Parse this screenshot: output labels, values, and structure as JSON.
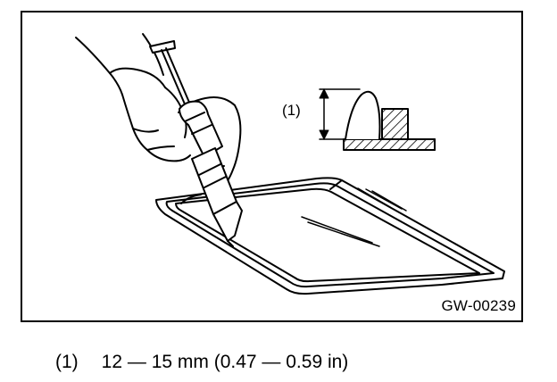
{
  "figure": {
    "id_code": "GW-00239",
    "callout_label": "(1)",
    "icons": [
      "hand-icon",
      "caulking-gun-icon",
      "glass-panel-icon",
      "bead-profile-icon"
    ]
  },
  "legend": {
    "key": "(1)",
    "text": "12 — 15 mm (0.47 — 0.59 in)"
  }
}
